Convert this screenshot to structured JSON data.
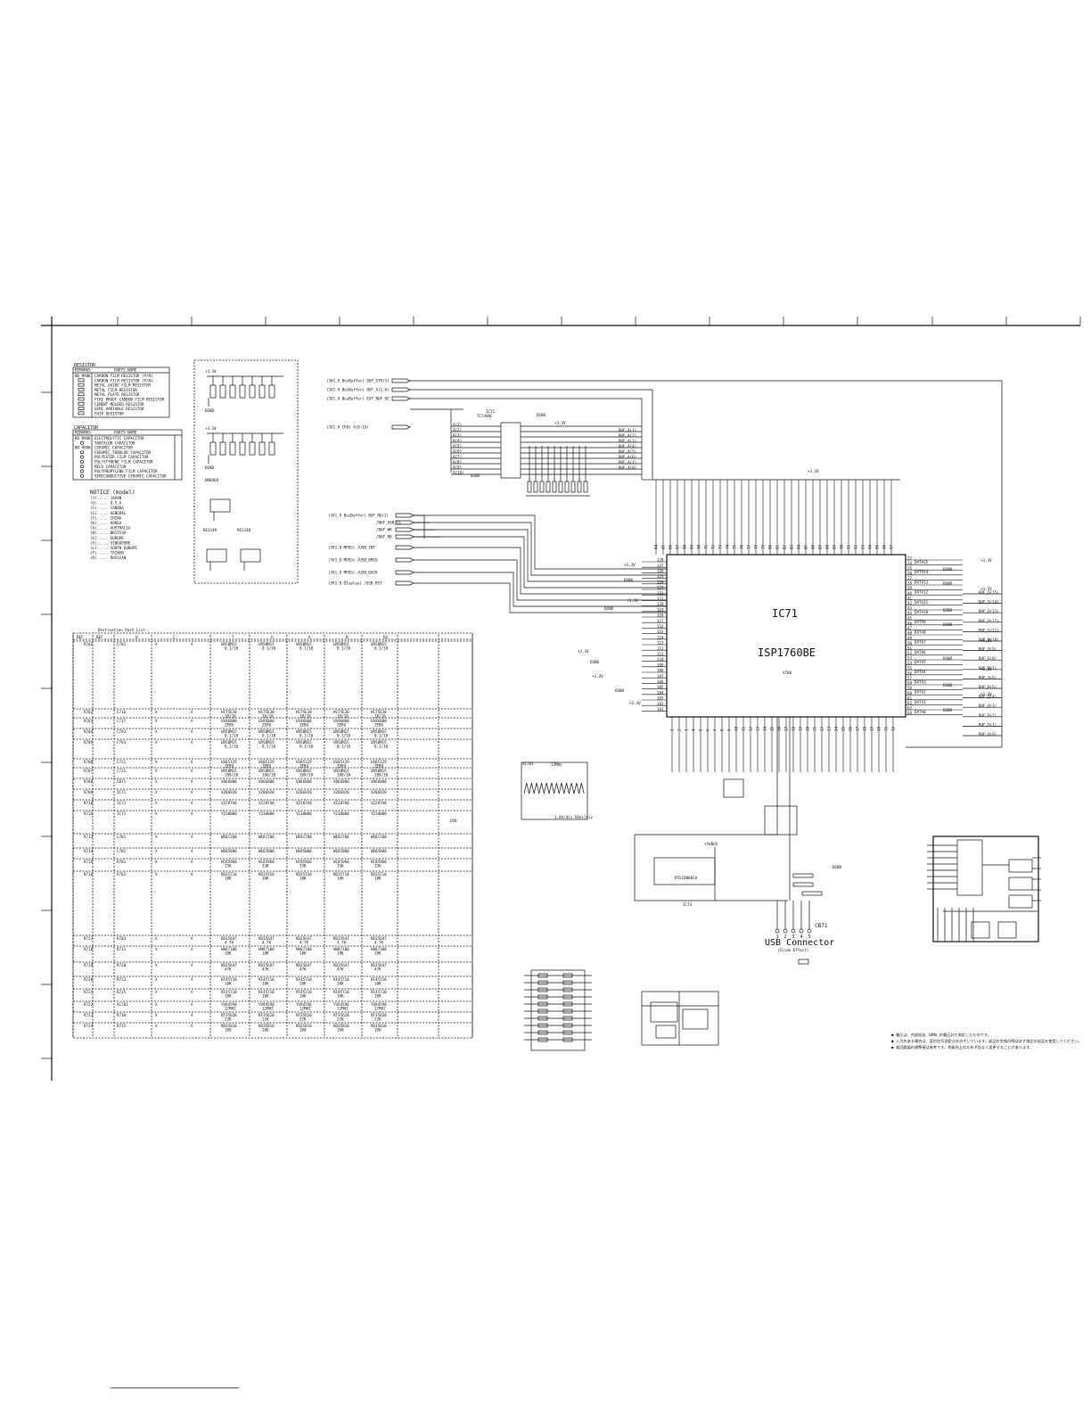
{
  "resistor_legend": {
    "title": "RESISTOR",
    "headers": [
      "REMARKS",
      "PARTS NAME"
    ],
    "rows": [
      [
        "NO MARK",
        "CARBON FILM RESISTOR (P/N)"
      ],
      [
        "",
        "CARBON FILM RESISTOR (P/N)"
      ],
      [
        "",
        "METAL OXIDE FILM RESISTOR"
      ],
      [
        "",
        "METAL FILM RESISTOR"
      ],
      [
        "",
        "METAL PLATE RESISTOR"
      ],
      [
        "",
        "FIRE PROOF CARBON FILM RESISTOR"
      ],
      [
        "",
        "CEMENT MOLDED RESISTOR"
      ],
      [
        "",
        "SEMI VARIABLE RESISTOR"
      ],
      [
        "",
        "CHIP RESISTOR"
      ]
    ]
  },
  "capacitor_legend": {
    "title": "CAPACITOR",
    "headers": [
      "REMARKS",
      "PARTS NAME"
    ],
    "rows": [
      [
        "NO MARK",
        "ELECTROLYTIC CAPACITOR"
      ],
      [
        "",
        "TANTALUM CAPACITOR"
      ],
      [
        "NO MARK",
        "CERAMIC CAPACITOR"
      ],
      [
        "",
        "CERAMIC TUBULAR CAPACITOR"
      ],
      [
        "",
        "POLYESTER FILM CAPACITOR"
      ],
      [
        "",
        "POLYSTYRENE FILM CAPACITOR"
      ],
      [
        "",
        "MICA CAPACITOR"
      ],
      [
        "",
        "POLYPROPYLENE FILM CAPACITOR"
      ],
      [
        "",
        "SEMICONDUCTIVE CERAMIC CAPACITOR"
      ]
    ]
  },
  "notice": {
    "title": "NOTICE (model)",
    "items": [
      "(J)..... JAPAN",
      "(U)..... U.S.A.",
      "(C)..... CANADA",
      "(G)..... GENERAL",
      "(T)..... CHINA",
      "(K)..... KOREA",
      "(A)..... AUSTRALIA",
      "(B)..... BRITISH",
      "(E)..... EUROPE",
      "(S)..... SINGAPORE",
      "(L)..... SOUTH EUROPE",
      "(F)..... TAIWAN",
      "(R)..... RUSSIAN"
    ]
  },
  "power_block": {
    "rail": "+3.3V",
    "ground": "DGND",
    "labels": [
      "HRB969",
      "RE1149",
      "RE1140"
    ]
  },
  "destination_table": {
    "title": "Destination Part List",
    "headers": [
      "REF",
      "REF",
      "U",
      "C",
      "T",
      "G",
      "A",
      "B",
      "EU"
    ],
    "rows": [
      {
        "ref": "R701",
        "parts": "C701",
        "vals": [
          "UR5BM15 0.1/10",
          "UR5BM15 0.1/10",
          "UR5BM15 0.1/10",
          "UR5BM15 0.1/10",
          "UR5BM15 0.1/10"
        ]
      },
      {
        "ref": "R702",
        "parts": "C716",
        "vals": [
          "HC75E30 10/10",
          "HC75E30 10/10",
          "HC75E30 10/10",
          "HC75E30 10/10",
          "HC75E30 10/10"
        ]
      },
      {
        "ref": "R703",
        "parts": "C717",
        "vals": [
          "US96800 ZERO",
          "US96800 ZERO",
          "US96800 ZERO",
          "US96800 ZERO",
          "US96800 ZERO"
        ]
      },
      {
        "ref": "R704",
        "parts": "C792",
        "vals": [
          "UR5BM15 0.1/10",
          "UR5BM15 0.1/10",
          "UR5BM15 0.1/10",
          "UR5BM15 0.1/10",
          "UR5BM15 0.1/10"
        ]
      },
      {
        "ref": "R705",
        "parts": "C793",
        "vals": [
          "UR5BM15 0.1/16",
          "UR5BM15 0.1/16",
          "UR5BM15 0.1/16",
          "UR5BM15 0.1/16",
          "UR5BM15 0.1/16"
        ]
      },
      {
        "ref": "R706",
        "parts": "C721",
        "vals": [
          "US85129 ZERO",
          "US85129 ZERO",
          "US85129 ZERO",
          "US85129 ZERO",
          "US85129 ZERO"
        ]
      },
      {
        "ref": "R707",
        "parts": "C722",
        "vals": [
          "UR5BM15 100/10",
          "UR5BM15 100/10",
          "UR5BM15 100/10",
          "UR5BM15 100/10",
          "UR5BM15 100/10"
        ]
      },
      {
        "ref": "R708",
        "parts": "CB71",
        "vals": [
          "V866800",
          "V866800",
          "V866800",
          "V866800",
          "V866800"
        ]
      },
      {
        "ref": "R709",
        "parts": "IC71",
        "vals": [
          "XZ86920",
          "XZ86920",
          "XZ86920",
          "XZ86920",
          "XZ86920"
        ]
      },
      {
        "ref": "R710",
        "parts": "IC72",
        "vals": [
          "XZ287A0",
          "XZ287A0",
          "XZ287A0",
          "XZ287A0",
          "XZ287A0"
        ]
      },
      {
        "ref": "R711",
        "parts": "IC73",
        "vals": [
          "YZ30000",
          "YZ30000",
          "YZ30000",
          "YZ30000",
          "YZ30000"
        ]
      },
      {
        "ref": "R713",
        "parts": "L701",
        "vals": [
          "WE81700",
          "WE81700",
          "WE81700",
          "WE81700",
          "WE81700"
        ]
      },
      {
        "ref": "R714",
        "parts": "L702",
        "vals": [
          "WE85800",
          "WE85800",
          "WE85800",
          "WE85800",
          "WE85800"
        ]
      },
      {
        "ref": "R715",
        "parts": "R701",
        "vals": [
          "HC85960 33K",
          "HC85960 33K",
          "HC85960 33K",
          "HC85960 33K",
          "HC85960 33K"
        ]
      },
      {
        "ref": "R716",
        "parts": "R702",
        "vals": [
          "RD35710 10K",
          "RD35710 10K",
          "RD35710 10K",
          "RD35710 10K",
          "RD35710 10K"
        ]
      },
      {
        "ref": "R717",
        "parts": "R703",
        "vals": [
          "RD35647 4.7K",
          "RD35647 4.7K",
          "RD35647 4.7K",
          "RD35647 4.7K",
          "RD35647 4.7K"
        ]
      },
      {
        "ref": "R718",
        "parts": "R713",
        "vals": [
          "HH87100 10K",
          "HH87100 10K",
          "HH87100 10K",
          "HH87100 10K",
          "HH87100 10K"
        ]
      },
      {
        "ref": "R719",
        "parts": "R720",
        "vals": [
          "RD35647 47K",
          "RD35647 47K",
          "RD35647 47K",
          "RD35647 47K",
          "RD35647 47K"
        ]
      },
      {
        "ref": "R720",
        "parts": "R723",
        "vals": [
          "RF45710 10K",
          "RF45710 10K",
          "RF45710 10K",
          "RF45710 10K",
          "RF45710 10K"
        ]
      },
      {
        "ref": "R721",
        "parts": "R725",
        "vals": [
          "RF45710 10K",
          "RF45710 10K",
          "RF45710 10K",
          "RF45710 10K",
          "RF45710 10K"
        ]
      },
      {
        "ref": "R722",
        "parts": "XL701",
        "vals": [
          "YU94590 12MHZ",
          "YU94590 12MHZ",
          "YU94590 12MHZ",
          "YU94590 12MHZ",
          "YU94590 12MHZ"
        ]
      },
      {
        "ref": "R723",
        "parts": "R730",
        "vals": [
          "RF35620 22K",
          "RF35620 22K",
          "RF35620 22K",
          "RF35620 22K",
          "RF35620 22K"
        ]
      },
      {
        "ref": "R724",
        "parts": "R735",
        "vals": [
          "RD35810 100",
          "RD35810 100",
          "RD35810 100",
          "RD35810 100",
          "RD35810 100"
        ]
      }
    ],
    "side_label": "USB"
  },
  "bus_signals": [
    {
      "net": "(3V1.9 BusBuffer)",
      "signal": "DUF_STR(3)"
    },
    {
      "net": "(3V1.9 BusBuffer)",
      "signal": "BUF_A(1-8)"
    },
    {
      "net": "(3V1.9 BusBuffer)",
      "signal": "EXT_BUF_OE"
    },
    {
      "net": "(3V1.9 CPU)",
      "signal": "A(0-15)"
    }
  ],
  "left_bus_signals": [
    {
      "net": "(3V1.9 BusBuffer)",
      "signal": "DUF_RD(2)"
    },
    {
      "net": "",
      "signal": "/BUF_USB_CS"
    },
    {
      "net": "",
      "signal": "/BUF_WR"
    },
    {
      "net": "",
      "signal": "/BUF_RD"
    },
    {
      "net": "(3V1.9 MPEG)",
      "signal": "/USB_INT"
    },
    {
      "net": "(3V1.9 MPEG)",
      "signal": "/USB_DREQ"
    },
    {
      "net": "(3V1.9 MPEG)",
      "signal": "/USB_DACK"
    },
    {
      "net": "(3V1.9 DIsplay)",
      "signal": "/USB_RST"
    }
  ],
  "main_ic": {
    "ref": "IC71",
    "part": "ISP1760BE",
    "sub": "X708"
  },
  "data_pins": [
    "DATA15",
    "DATA14",
    "DATA13",
    "DATA12",
    "DATA11",
    "DATA10",
    "DATA9",
    "DATA8",
    "DATA7",
    "DATA6",
    "DATA5",
    "DATA4",
    "DATA3",
    "DATA2",
    "DATA1",
    "DATA0"
  ],
  "buf_d_labels": [
    "BUF_D(15)",
    "BUF_D(14)",
    "BUF_D(13)",
    "BUF_D(12)",
    "BUF_D(11)",
    "BUF_D(10)",
    "BUF_D(9)",
    "BUF_D(8)",
    "BUF_D(7)",
    "BUF_D(6)",
    "BUF_D(5)",
    "BUF_D(4)",
    "BUF_D(3)",
    "BUF_D(2)",
    "BUF_D(1)",
    "BUF_D(0)"
  ],
  "buf_a_labels": [
    "BUF_A(1)",
    "BUF_A(2)",
    "BUF_A(3)",
    "BUF_A(4)",
    "BUF_A(5)",
    "BUF_A(6)",
    "BUF_A(7)",
    "BUF_A(8)"
  ],
  "nets": {
    "vcc": "+3.3V",
    "gnd": "DGND",
    "vbus": "+5VBUS"
  },
  "buffer_ic": {
    "ref": "IC72",
    "part": "TC74VHC"
  },
  "regulator_ic": {
    "ref": "IC73",
    "part": "R5524N001A"
  },
  "usb_connector": {
    "ref": "CB71",
    "label": "USB Connector",
    "sub": "(Slide Effect)",
    "pins": [
      "1",
      "2",
      "3",
      "4",
      "5"
    ]
  },
  "waveform": {
    "label": "XL701",
    "caption": "12MHz",
    "footer": "1.0V/div 50ns/div"
  },
  "notes": [
    "● 電圧は、内部抵抗 10MΩ の電圧計で測定したものです。",
    "● 入力のある場合は、変形信号測定点をのぞいています。部品の交換の際は必ず指定の部品を使用してください。",
    "● 本回路図の標準値は参考です。性能向上のため予告なく変更することがあります。"
  ]
}
